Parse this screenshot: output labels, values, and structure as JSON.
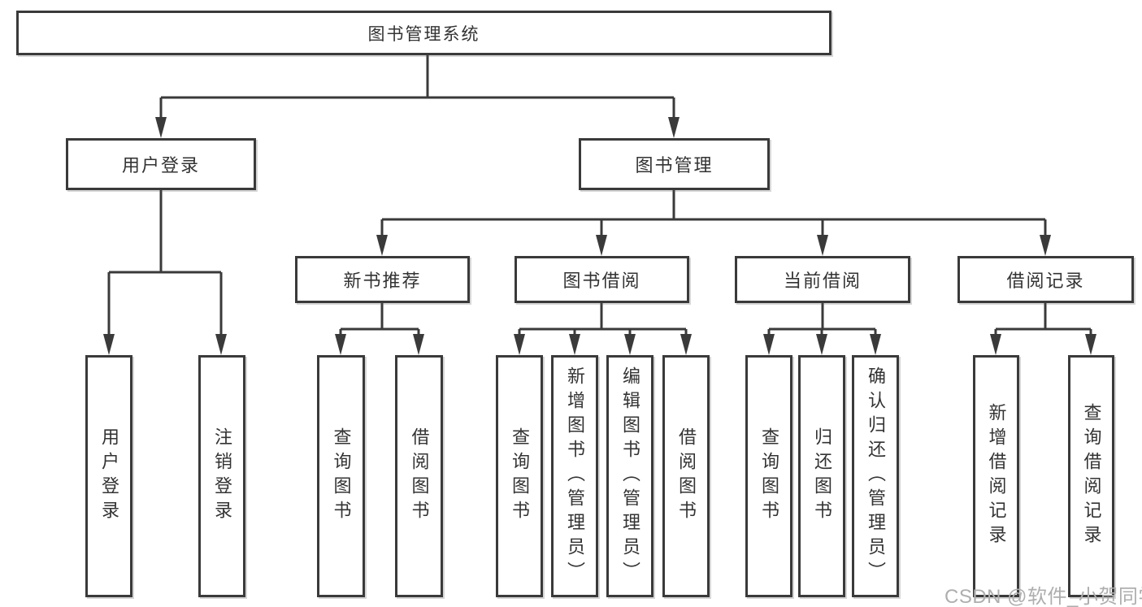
{
  "tree": {
    "root": {
      "label": "图书管理系统",
      "children": [
        {
          "label": "用户登录",
          "children": [
            {
              "label": "用户登录"
            },
            {
              "label": "注销登录"
            }
          ]
        },
        {
          "label": "图书管理",
          "children": [
            {
              "label": "新书推荐",
              "children": [
                {
                  "label": "查询图书"
                },
                {
                  "label": "借阅图书"
                }
              ]
            },
            {
              "label": "图书借阅",
              "children": [
                {
                  "label": "查询图书"
                },
                {
                  "label": "新增图书（管理员）"
                },
                {
                  "label": "编辑图书（管理员）"
                },
                {
                  "label": "借阅图书"
                }
              ]
            },
            {
              "label": "当前借阅",
              "children": [
                {
                  "label": "查询图书"
                },
                {
                  "label": "归还图书"
                },
                {
                  "label": "确认归还（管理员）"
                }
              ]
            },
            {
              "label": "借阅记录",
              "children": [
                {
                  "label": "新增借阅记录"
                },
                {
                  "label": "查询借阅记录"
                }
              ]
            }
          ]
        }
      ]
    }
  },
  "watermark": {
    "text": "CSDN @软件_小贺同学"
  },
  "colors": {
    "line": "#3a3a3a",
    "text": "#333333",
    "watermark": "#aeaeae",
    "background": "#ffffff"
  }
}
